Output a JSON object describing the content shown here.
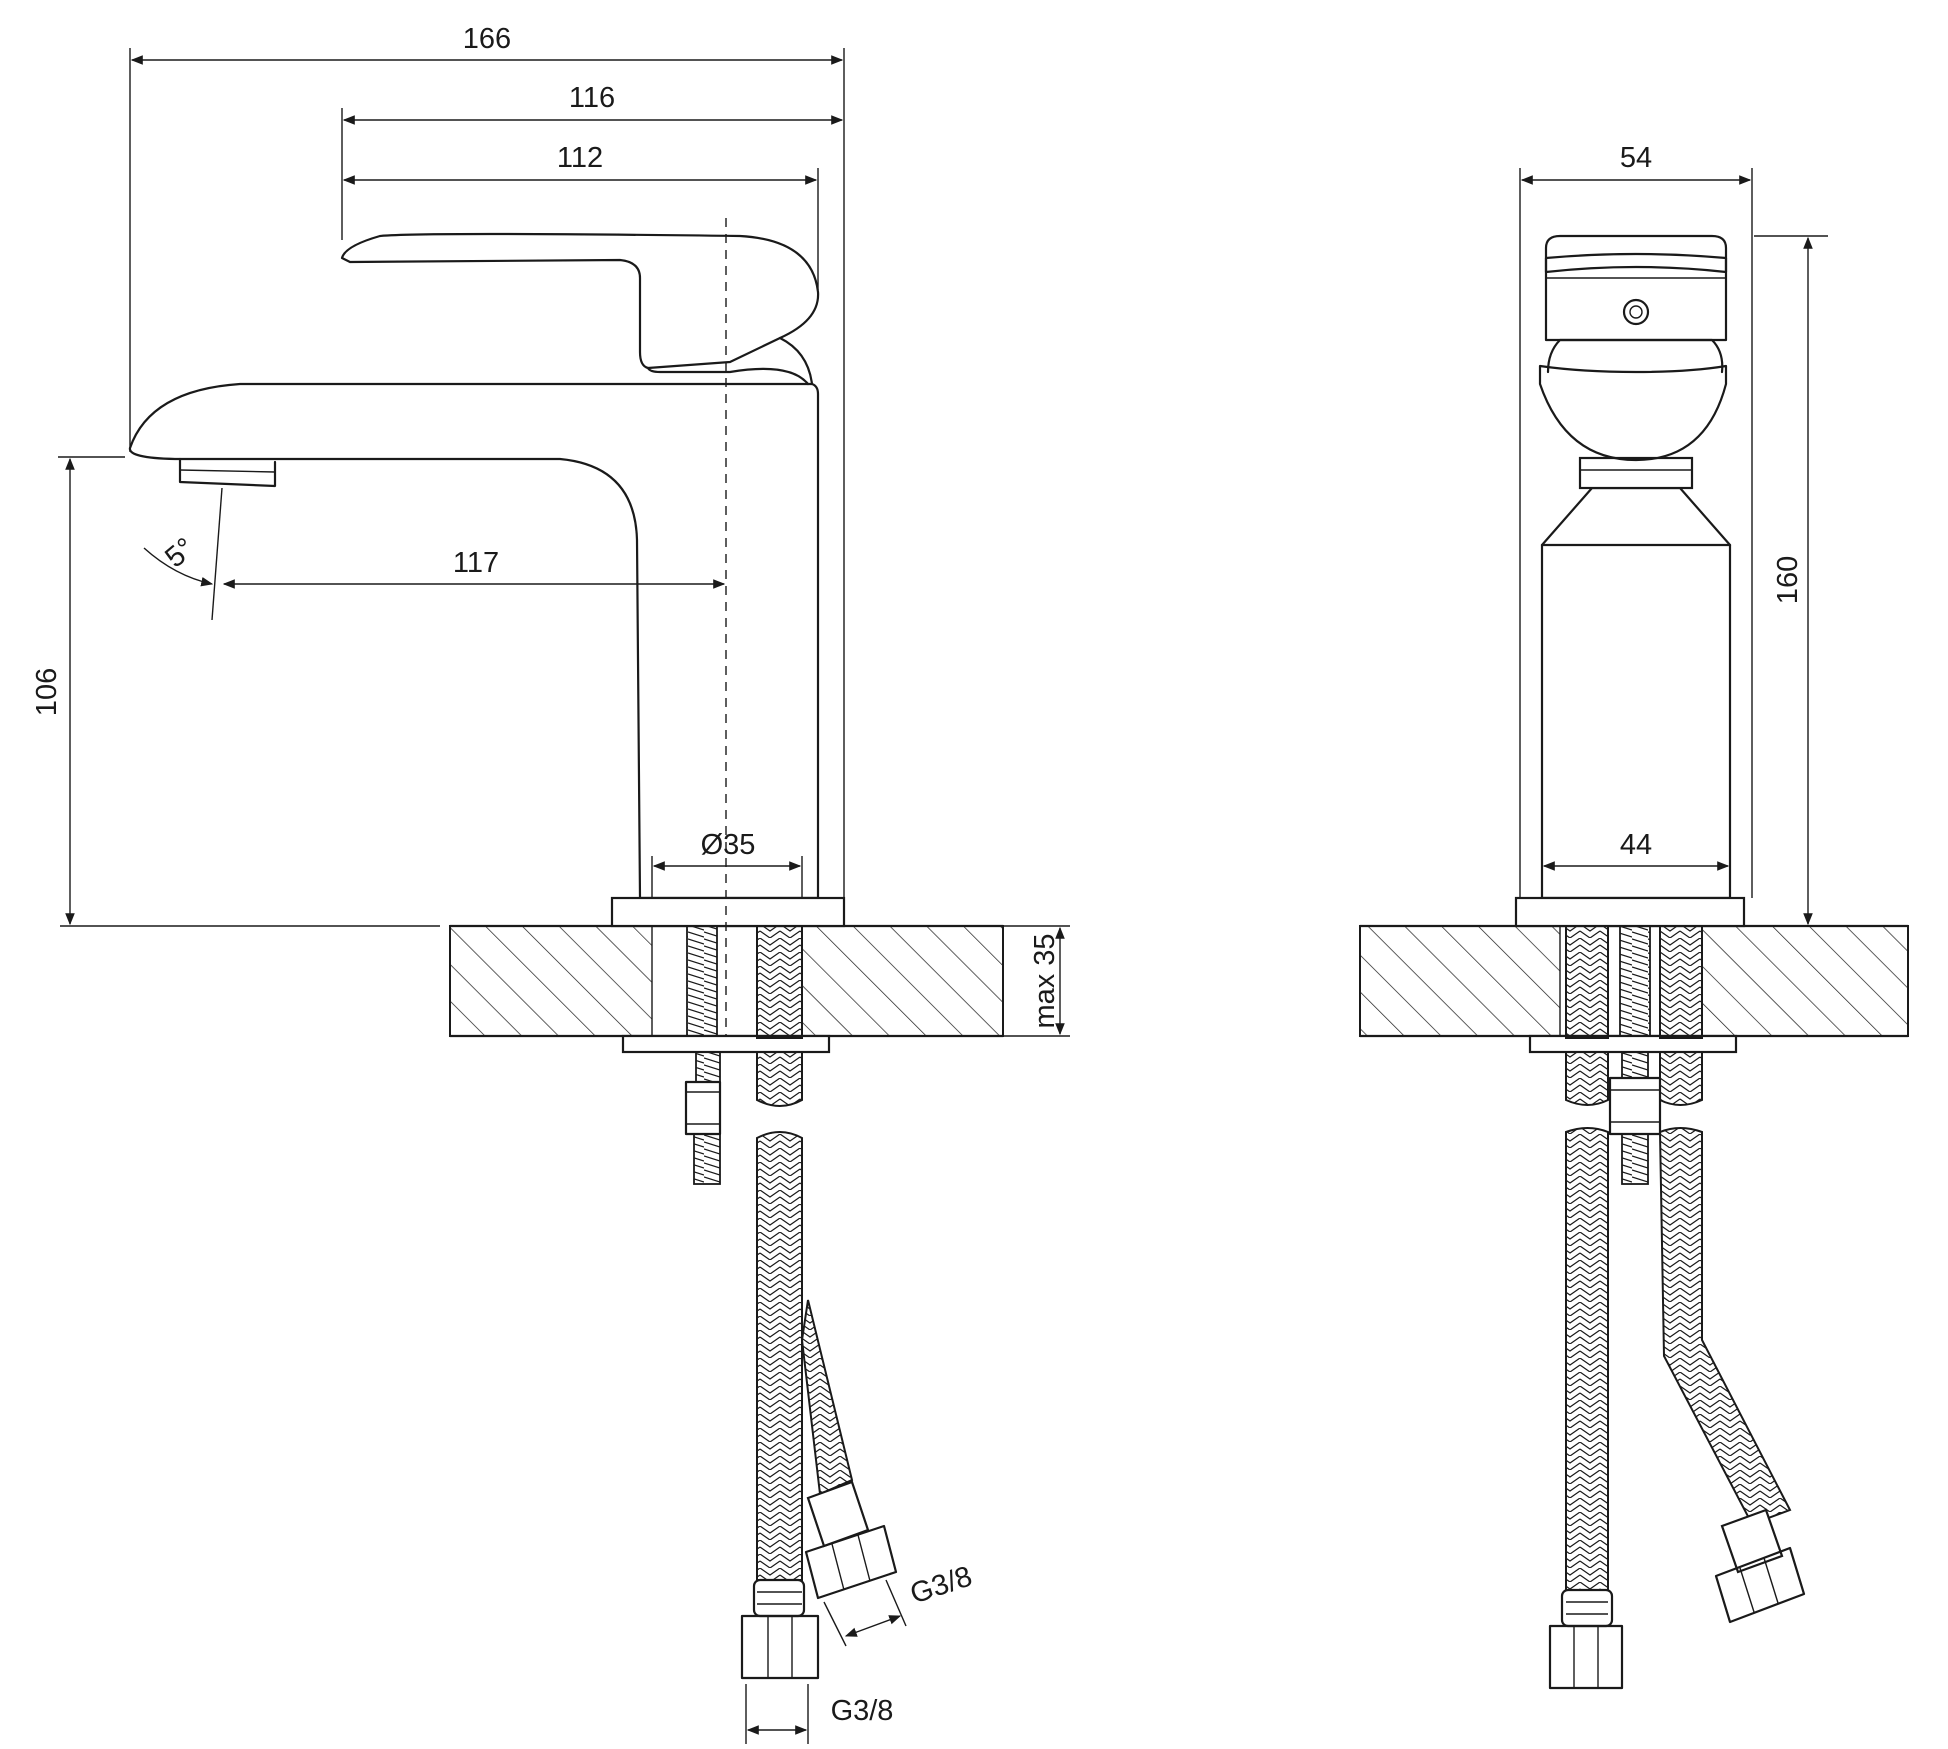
{
  "dimensions": {
    "side_view": {
      "overall_length": "166",
      "spout_to_body_back": "116",
      "lever_length": "112",
      "reach": "117",
      "spout_height": "106",
      "spout_angle": "5°",
      "base_diameter": "Ø35",
      "max_deck_thickness": "max 35",
      "hose_thread_left": "G3/8",
      "hose_thread_right": "G3/8"
    },
    "front_view": {
      "top_width": "54",
      "base_width": "44",
      "overall_height": "160"
    }
  }
}
